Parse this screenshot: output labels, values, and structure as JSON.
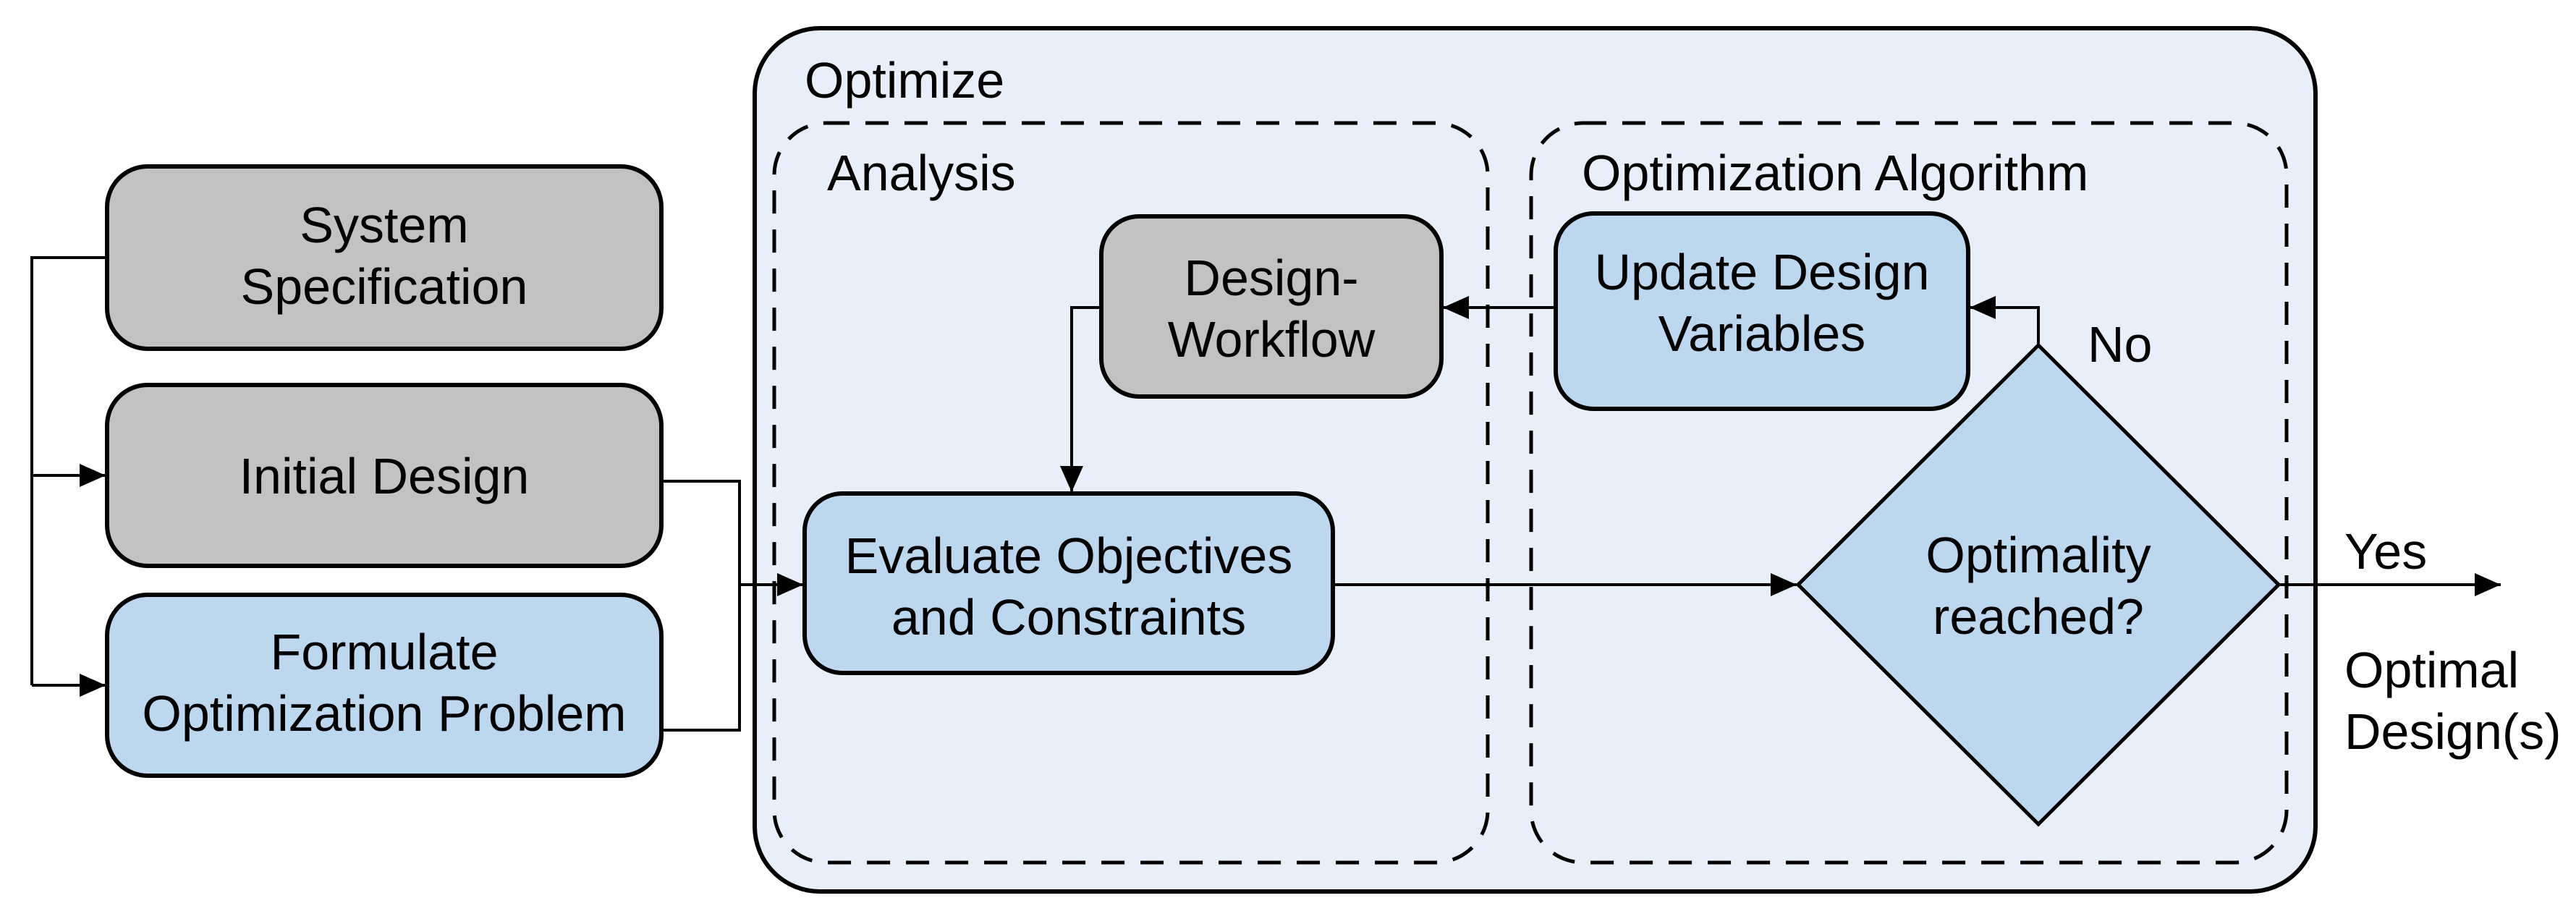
{
  "colors": {
    "node_gray": "#C2C2C2",
    "node_blue": "#BDD7EE",
    "container_fill": "#E9EFF8",
    "stroke": "#000000",
    "canvas": "#FFFFFF"
  },
  "containers": {
    "optimize_label": "Optimize",
    "analysis_label": "Analysis",
    "optimization_algorithm_label": "Optimization Algorithm"
  },
  "nodes": {
    "system_specification": {
      "line1": "System",
      "line2": "Specification"
    },
    "initial_design": {
      "line1": "Initial Design"
    },
    "formulate_optimization_problem": {
      "line1": "Formulate",
      "line2": "Optimization Problem"
    },
    "evaluate_objectives": {
      "line1": "Evaluate Objectives",
      "line2": "and Constraints"
    },
    "design_workflow": {
      "line1": "Design-",
      "line2": "Workflow"
    },
    "update_design_variables": {
      "line1": "Update Design",
      "line2": "Variables"
    },
    "optimality_decision": {
      "line1": "Optimality",
      "line2": "reached?"
    }
  },
  "edge_labels": {
    "no": "No",
    "yes": "Yes",
    "result_line1": "Optimal",
    "result_line2": "Design(s)"
  }
}
